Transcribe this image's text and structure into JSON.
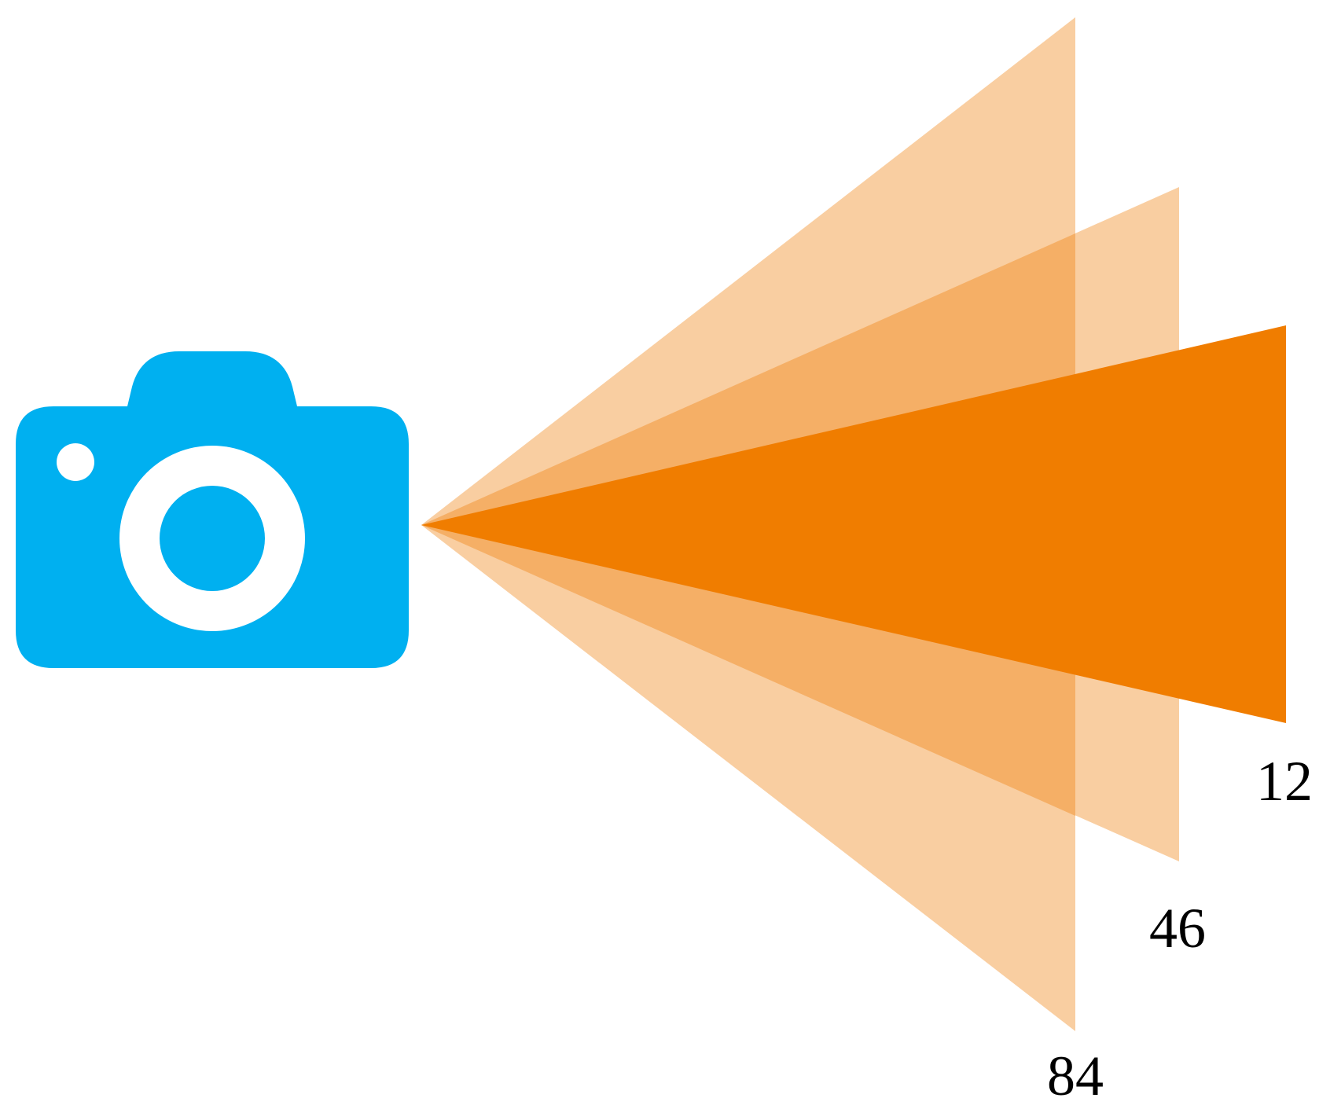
{
  "colors": {
    "camera_body": "#00B0F0",
    "camera_detail": "#FFFFFF",
    "fov_strong": "#F07D00",
    "fov_light": "#F9CEA1",
    "fov_overlap": "#F5AF66",
    "label": "#000000"
  },
  "camera": {
    "icon": "camera-icon"
  },
  "fov_cones": [
    {
      "id": "fov-84",
      "label": "84"
    },
    {
      "id": "fov-46",
      "label": "46"
    },
    {
      "id": "fov-12",
      "label": "12"
    }
  ]
}
